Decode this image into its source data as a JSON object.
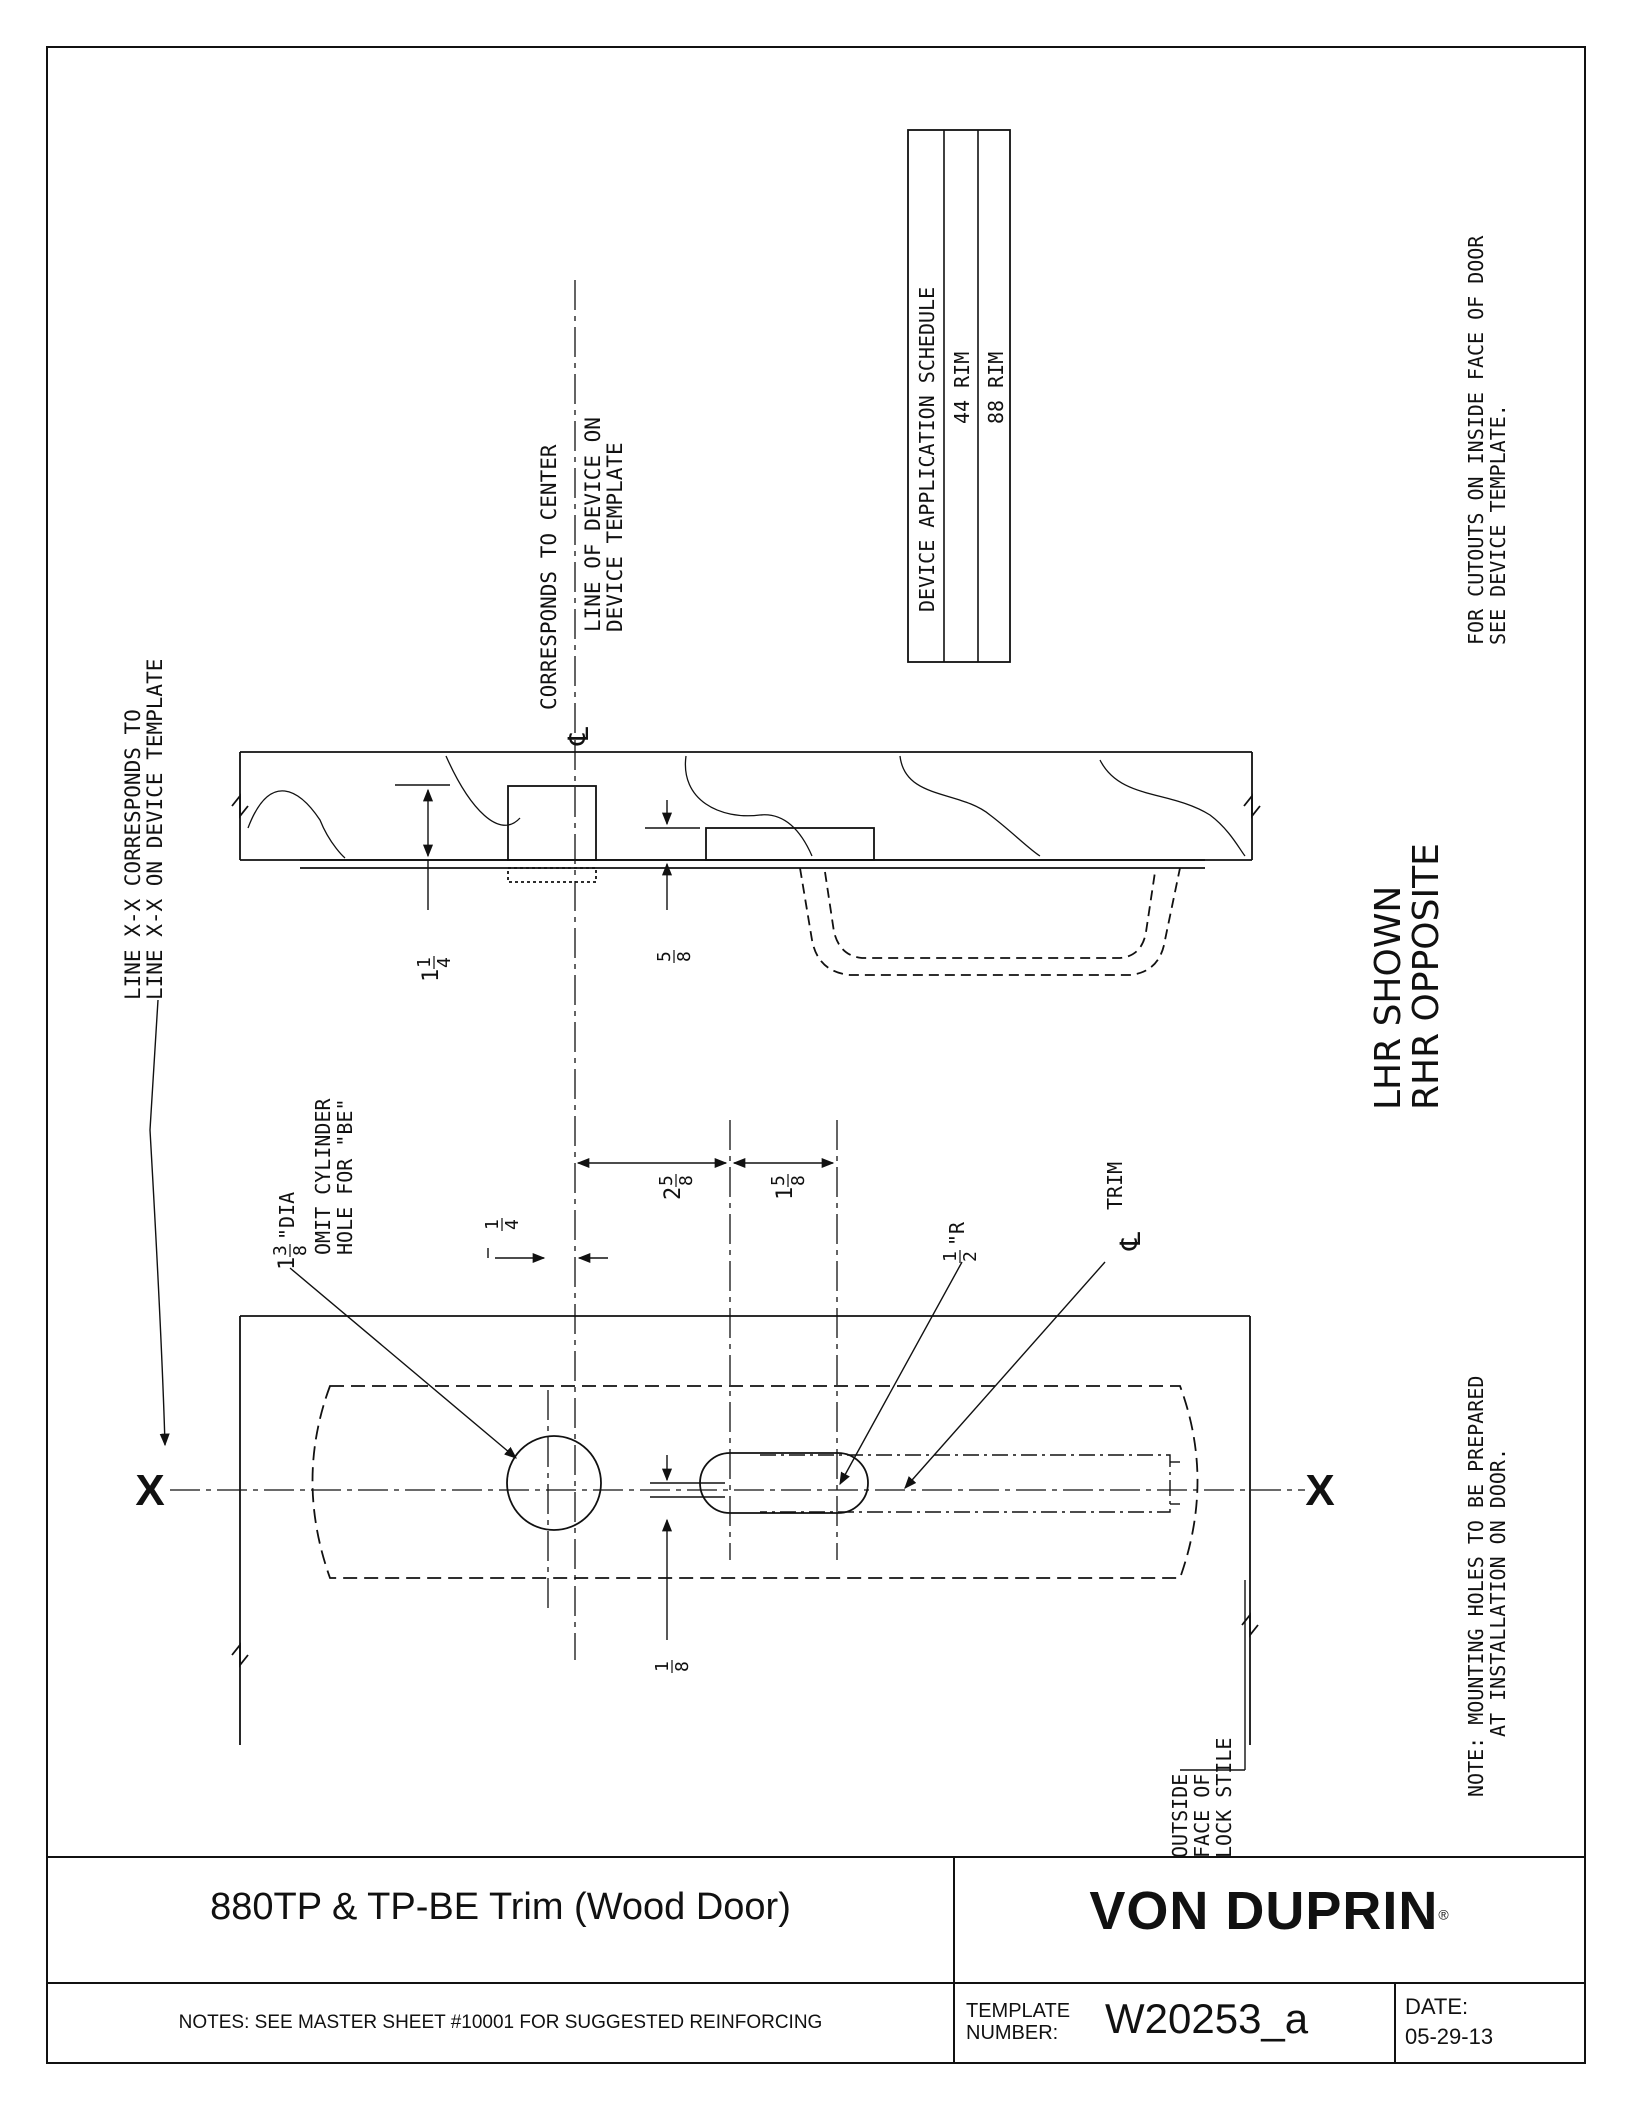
{
  "drawing": {
    "rotated_notes": {
      "line_xx": [
        "LINE X-X CORRESPONDS TO",
        "LINE X-X ON DEVICE TEMPLATE"
      ],
      "corresponds": [
        "CORRESPONDS TO CENTER",
        "LINE OF DEVICE ON",
        "DEVICE TEMPLATE"
      ],
      "cutouts": [
        "FOR CUTOUTS ON INSIDE FACE OF DOOR",
        "SEE DEVICE TEMPLATE."
      ],
      "hand": [
        "LHR SHOWN",
        "RHR OPPOSITE"
      ],
      "mounting": [
        "NOTE: MOUNTING HOLES TO BE PREPARED",
        "AT INSTALLATION ON DOOR."
      ],
      "omit_cylinder": [
        "OMIT CYLINDER",
        "HOLE FOR \"BE\""
      ],
      "outside_face": [
        "OUTSIDE",
        "FACE OF",
        "LOCK STILE"
      ],
      "trim_centerline": "TRIM",
      "dia_suffix": "\"DIA",
      "radius_suffix": "\"R"
    },
    "schedule": {
      "title": "DEVICE APPLICATION SCHEDULE",
      "rows": [
        "44 RIM",
        "88 RIM"
      ]
    },
    "dimensions": {
      "d_1_1_4": {
        "whole": "1",
        "num": "1",
        "den": "4"
      },
      "d_5_8_top": {
        "num": "5",
        "den": "8"
      },
      "d_2_5_8": {
        "whole": "2",
        "num": "5",
        "den": "8"
      },
      "d_1_5_8": {
        "whole": "1",
        "num": "5",
        "den": "8"
      },
      "d_1_4": {
        "num": "1",
        "den": "4"
      },
      "d_1_3_8": {
        "whole": "1",
        "num": "3",
        "den": "8"
      },
      "d_1_2": {
        "num": "1",
        "den": "2"
      },
      "d_1_8": {
        "num": "1",
        "den": "8"
      }
    },
    "xx_marker": "X",
    "centerline_symbol": "℄"
  },
  "title_block": {
    "title": "880TP & TP-BE Trim (Wood Door)",
    "brand": "VON DUPRIN",
    "registered": "®",
    "notes": "NOTES: SEE MASTER SHEET #10001 FOR SUGGESTED REINFORCING",
    "template_label_1": "TEMPLATE",
    "template_label_2": "NUMBER:",
    "template_number": "W20253_a",
    "date_label": "DATE:",
    "date_value": "05-29-13"
  }
}
